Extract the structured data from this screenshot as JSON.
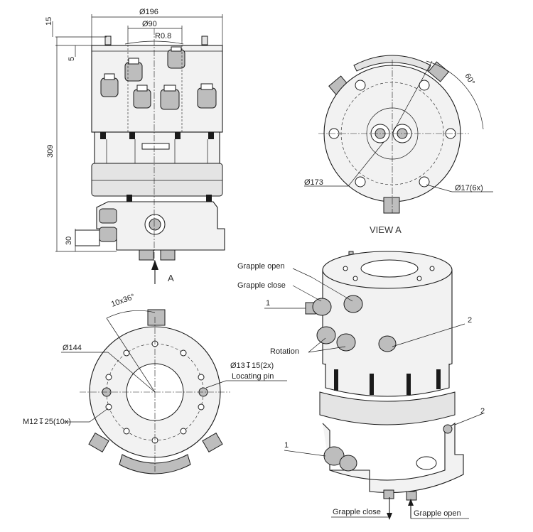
{
  "dims": {
    "d196": "Ø196",
    "d90": "Ø90",
    "r08": "R0.8",
    "h15": "15",
    "h5": "5",
    "h309": "309",
    "h30": "30",
    "d173": "Ø173",
    "d17": "Ø17(6x)",
    "a60": "60°",
    "a10x36": "10x36°",
    "d144": "Ø144",
    "d13": "Ø13↧15(2x)",
    "m12": "M12↧25(10x)"
  },
  "labels": {
    "arrow_a": "A",
    "view_a": "VIEW A",
    "locating_pin": "Locating pin",
    "grapple_open": "Grapple open",
    "grapple_close": "Grapple close",
    "rotation": "Rotation",
    "callout_1": "1",
    "callout_2": "2",
    "grapple_close_bottom": "Grapple close",
    "grapple_open_bottom": "Grapple open"
  }
}
